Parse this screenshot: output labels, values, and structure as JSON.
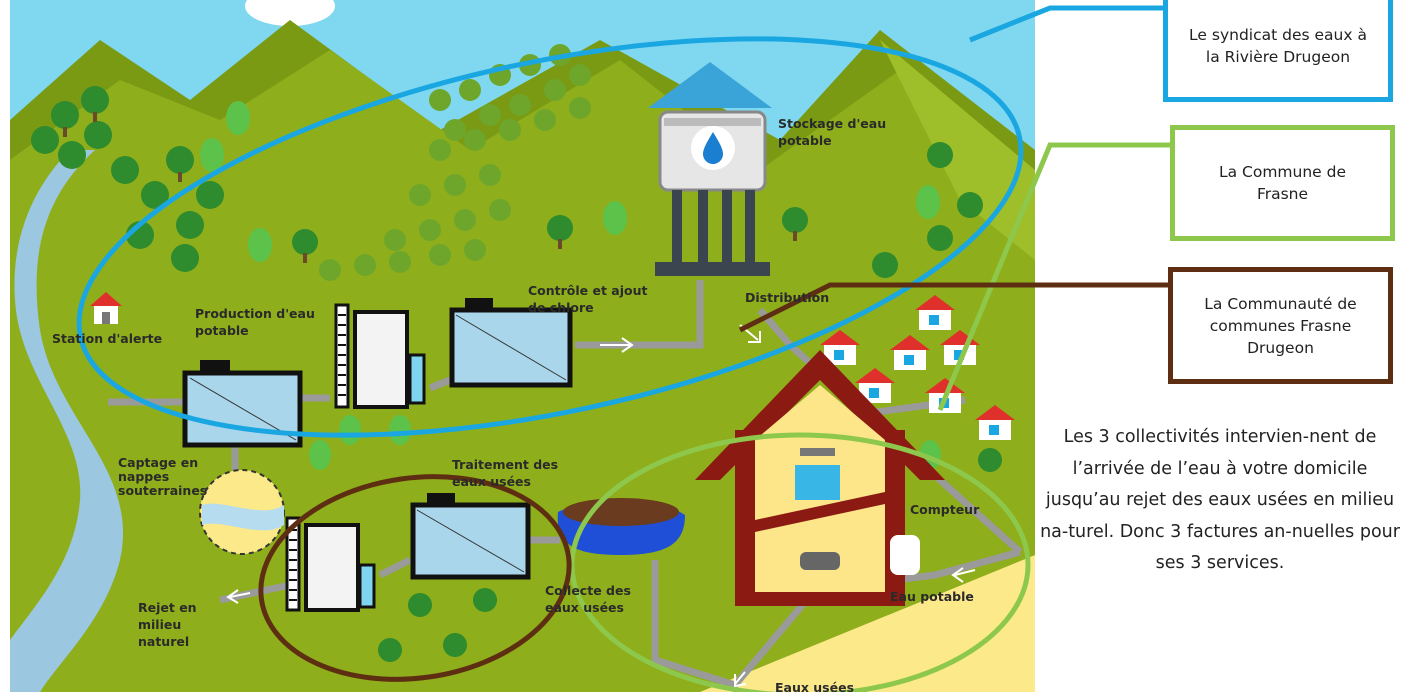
{
  "legend": {
    "syndicat": "Le syndicat des eaux à la Rivière Drugeon",
    "commune": "La Commune de Frasne",
    "communaute": "La Communauté de communes Frasne Drugeon"
  },
  "side_note": "Les 3 collectivités intervien-nent de l’arrivée de l’eau à votre domicile jusqu’au rejet des eaux usées en milieu na-turel. Donc 3 factures an-nuelles pour ses 3 services.",
  "labels": {
    "stockage_1": "Stockage d'eau",
    "stockage_2": "potable",
    "production_1": "Production d'eau",
    "production_2": "potable",
    "controle_1": "Contrôle et ajout",
    "controle_2": "de chlore",
    "distribution": "Distribution",
    "station_alerte": "Station d'alerte",
    "captage_1": "Captage en",
    "captage_2": "nappes",
    "captage_3": "souterraines",
    "traitement_1": "Traitement des",
    "traitement_2": "eaux usées",
    "collecte_1": "Collecte des",
    "collecte_2": "eaux usées",
    "rejet_1": "Rejet en",
    "rejet_2": "milieu",
    "rejet_3": "naturel",
    "compteur": "Compteur",
    "eau_potable": "Eau potable",
    "eaux_usees": "Eaux usées"
  },
  "colors": {
    "sky": "#7fd8f0",
    "hills": "#8fae1b",
    "river": "#9cc7e0",
    "sand": "#fbe98a",
    "syndicat": "#1aa7e1",
    "commune": "#8dc84d",
    "communaute": "#5e2e12"
  }
}
